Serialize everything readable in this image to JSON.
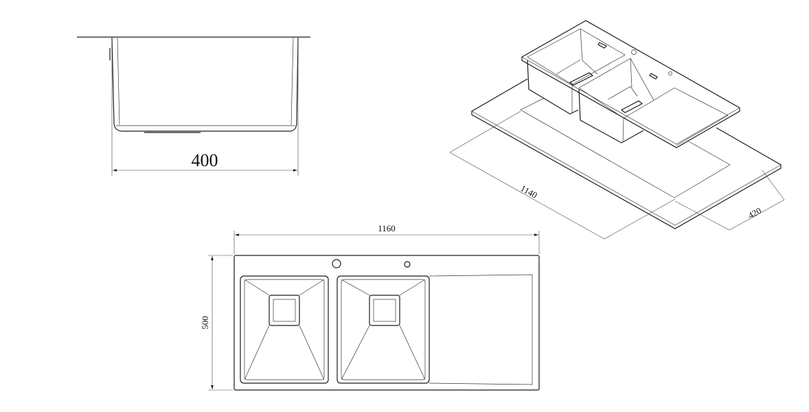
{
  "title": "Double bowl sink with drainboard – technical drawing",
  "views": {
    "front_view": {
      "width_label": "400"
    },
    "isometric_view": {
      "length_label": "1140",
      "depth_label": "420"
    },
    "plan_view": {
      "width_label": "1160",
      "height_label": "500"
    }
  },
  "colors": {
    "line": "#1a1a1a",
    "background": "#ffffff"
  }
}
